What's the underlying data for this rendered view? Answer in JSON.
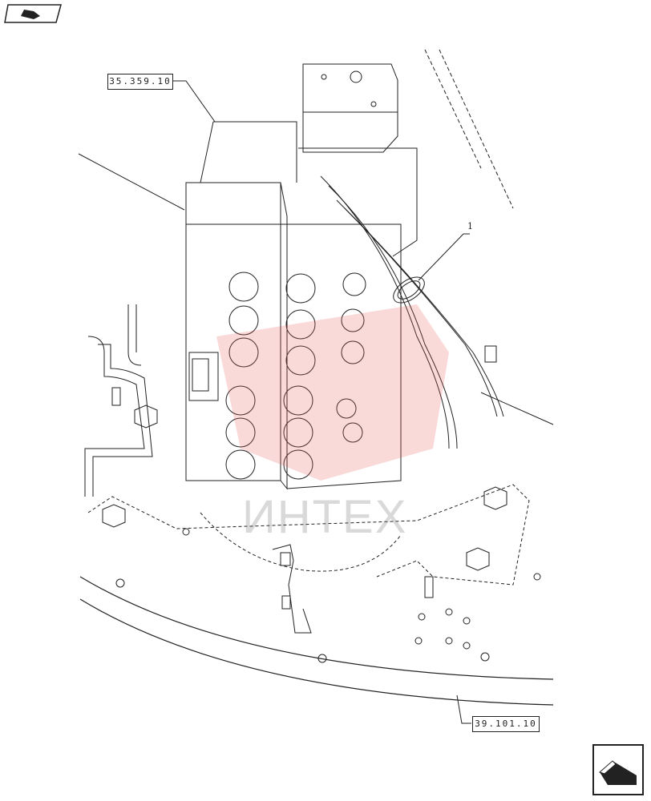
{
  "references": {
    "top": "35.359.10",
    "bottom": "39.101.10"
  },
  "callouts": {
    "item_1": "1"
  },
  "watermark": {
    "text": "ИНТЕХ"
  },
  "navigation": {
    "prev_icon": "page-back-arrow-icon",
    "next_icon": "page-forward-arrow-icon"
  }
}
